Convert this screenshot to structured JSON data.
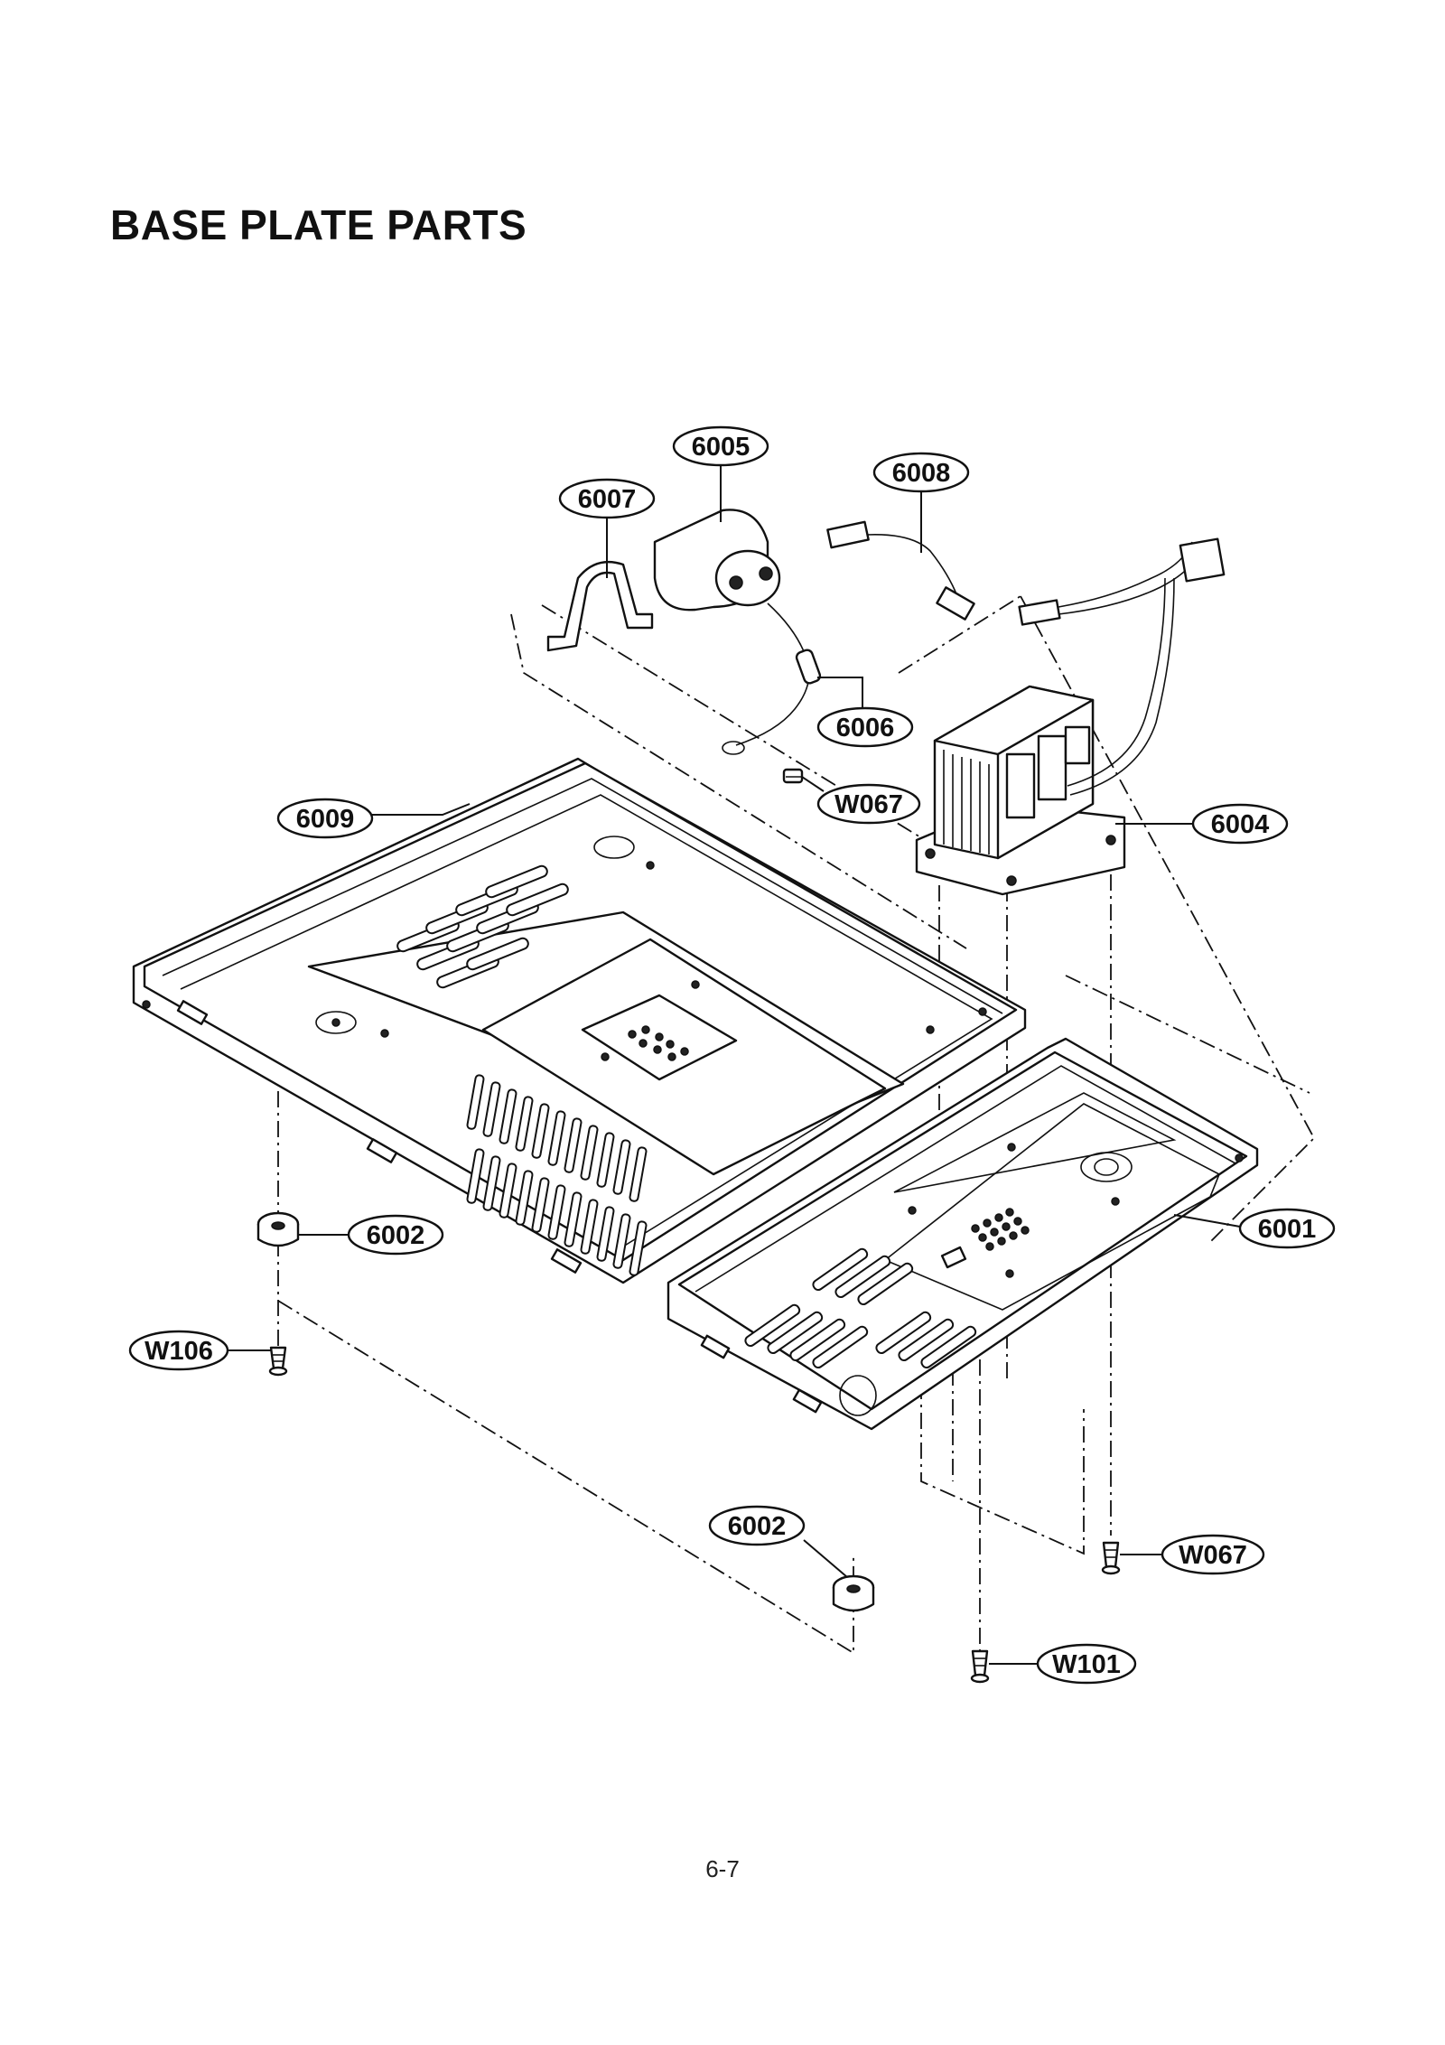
{
  "page": {
    "title": "BASE PLATE PARTS",
    "page_number": "6-7"
  },
  "callouts": {
    "c6005": "6005",
    "c6008": "6008",
    "c6007": "6007",
    "c6006": "6006",
    "cW067a": "W067",
    "c6004": "6004",
    "c6009": "6009",
    "c6002a": "6002",
    "c6001": "6001",
    "cW106": "W106",
    "c6002b": "6002",
    "cW067b": "W067",
    "cW101": "W101"
  }
}
